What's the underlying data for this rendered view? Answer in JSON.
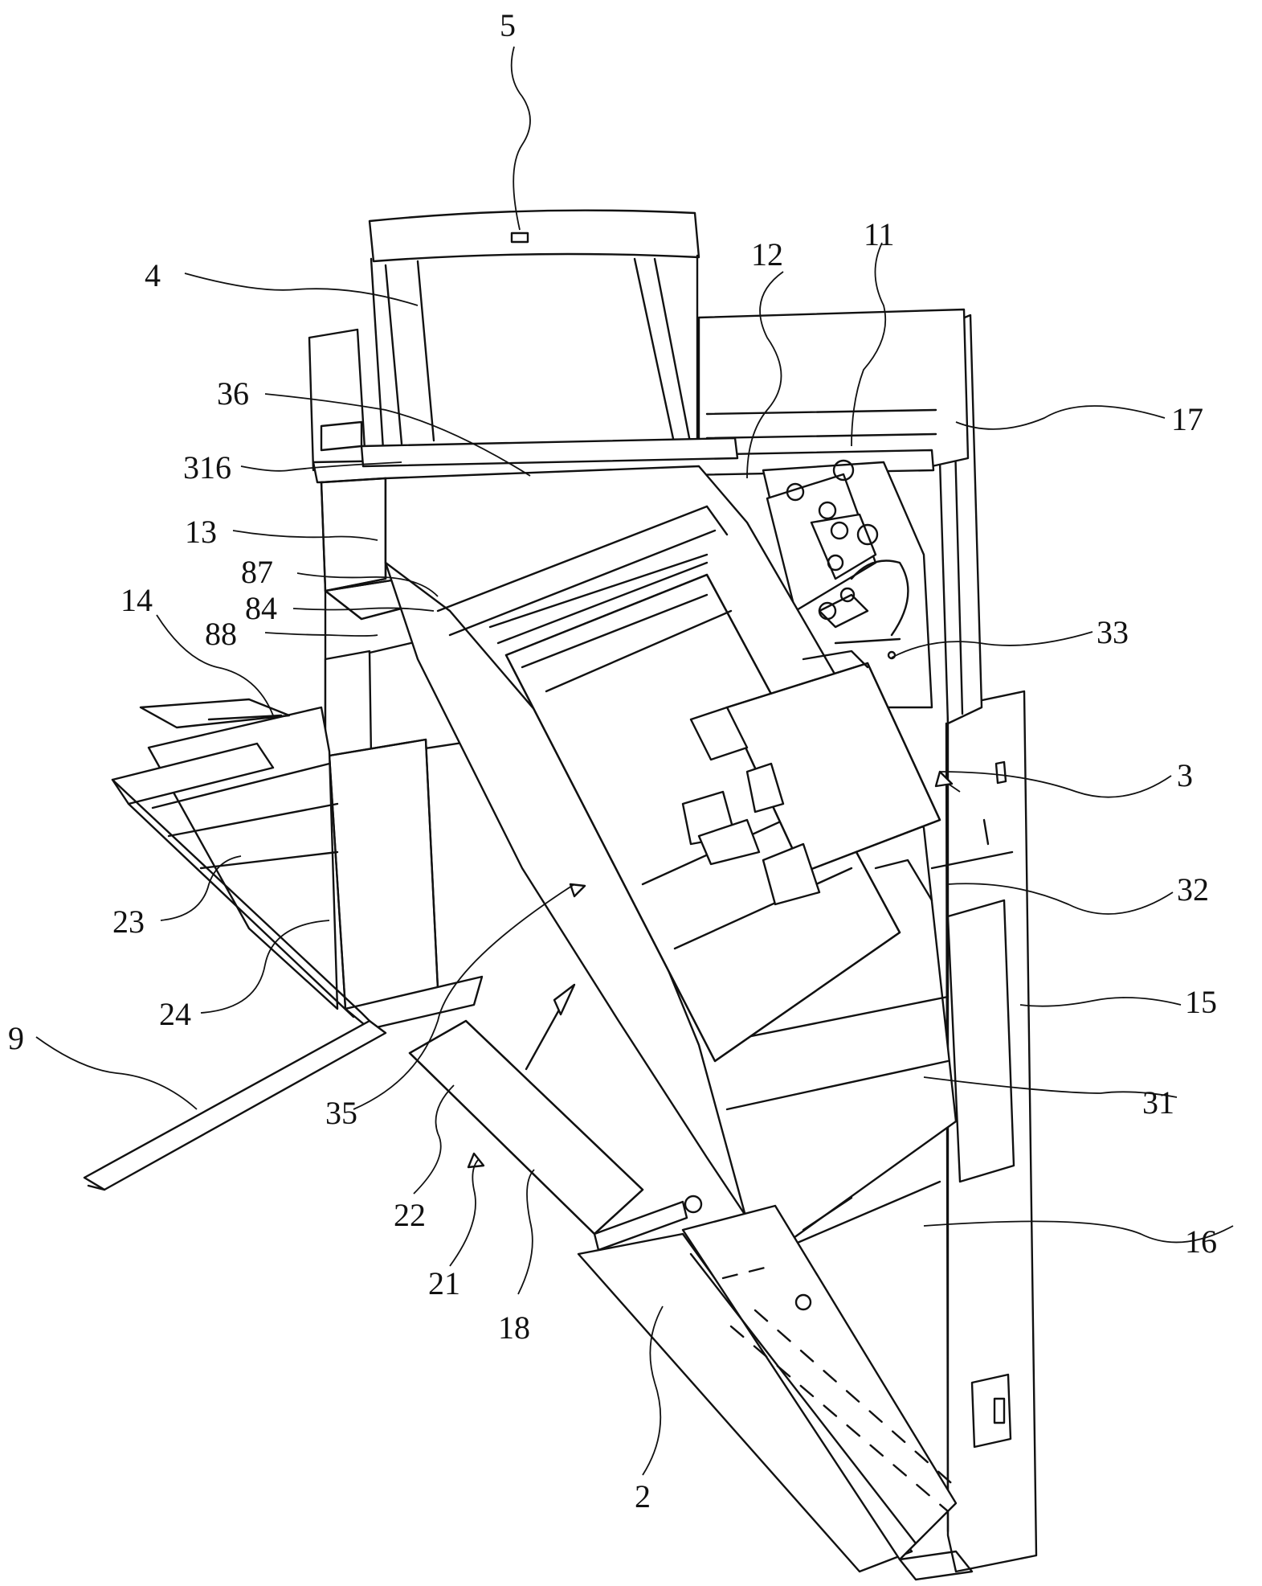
{
  "labels": {
    "l5": "5",
    "l4": "4",
    "l12": "12",
    "l11": "11",
    "l17": "17",
    "l36": "36",
    "l316": "316",
    "l13": "13",
    "l87": "87",
    "l84": "84",
    "l88": "88",
    "l14": "14",
    "l33": "33",
    "l3": "3",
    "l32": "32",
    "l23": "23",
    "l24": "24",
    "l15": "15",
    "l9": "9",
    "l35": "35",
    "l31": "31",
    "l22": "22",
    "l21": "21",
    "l18": "18",
    "l16": "16",
    "l2": "2"
  }
}
